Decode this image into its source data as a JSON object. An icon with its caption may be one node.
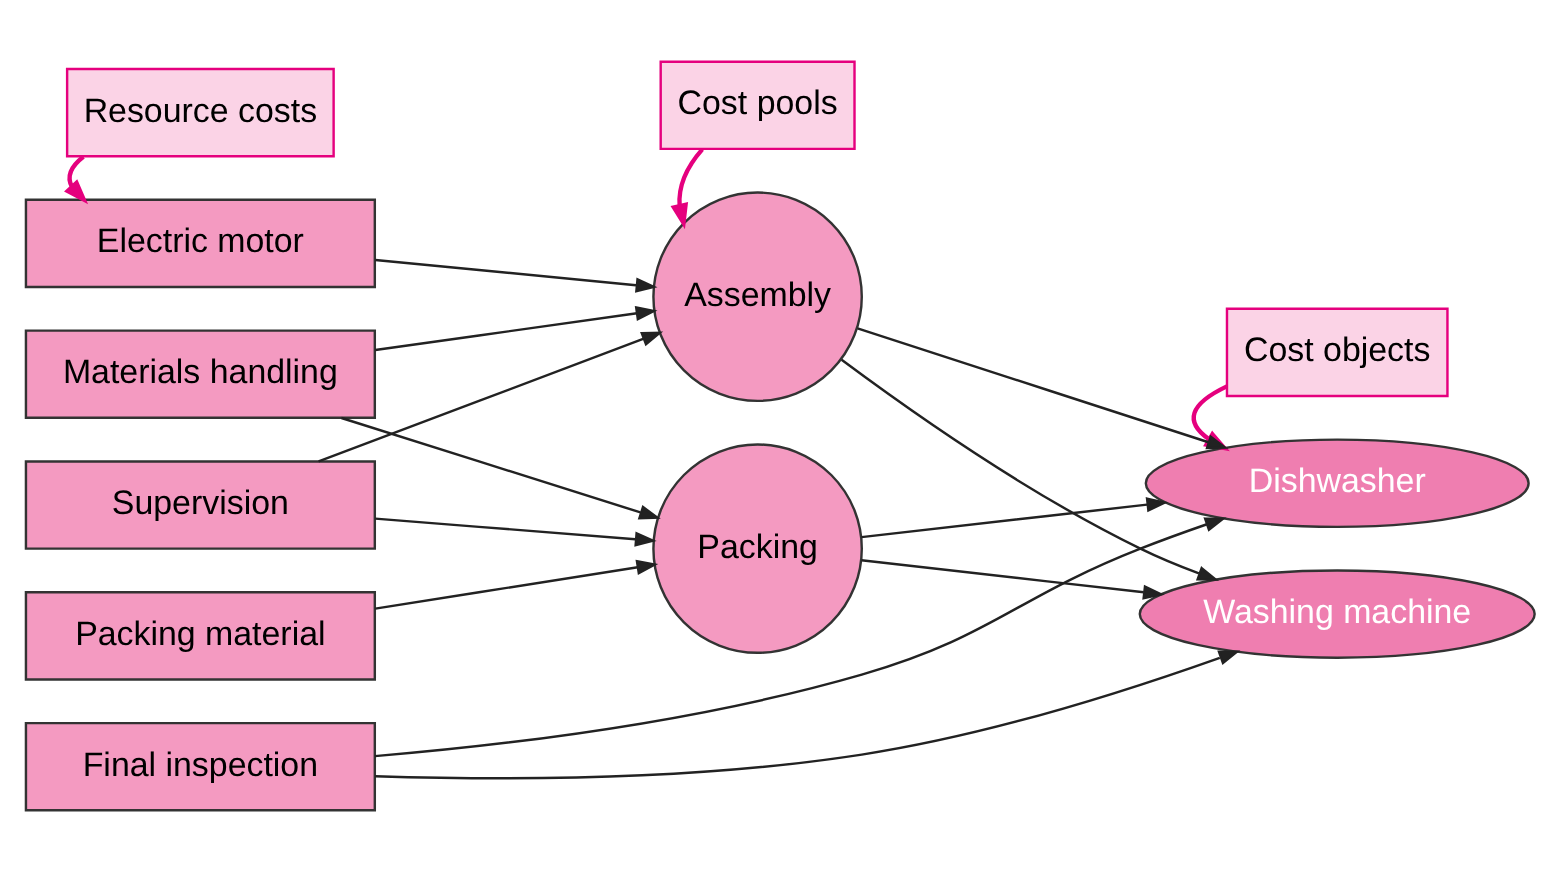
{
  "diagram": {
    "nodes": [
      {
        "text": [
          "Resource costs"
        ]
      },
      {
        "text": [
          "Cost pools"
        ]
      },
      {
        "text": [
          "Cost objects"
        ]
      },
      {
        "text": [
          "Electric motor"
        ]
      },
      {
        "text": [
          "Materials handling"
        ]
      },
      {
        "text": [
          "Supervision"
        ]
      },
      {
        "text": [
          "Packing material"
        ]
      },
      {
        "text": [
          "Final inspection"
        ]
      },
      {
        "text": [
          "Assembly"
        ]
      },
      {
        "text": [
          "Packing"
        ]
      },
      {
        "text": [
          "Dishwasher"
        ]
      },
      {
        "text": [
          "Washing machine"
        ]
      }
    ],
    "edges": [
      {
        "from": 0,
        "to": 3,
        "arrow": "to",
        "color": "#e5007e"
      },
      {
        "from": 1,
        "to": 8,
        "arrow": "to",
        "color": "#e5007e"
      },
      {
        "from": 2,
        "to": 10,
        "arrow": "to",
        "color": "#e5007e"
      },
      {
        "from": 3,
        "to": 8,
        "arrow": "to"
      },
      {
        "from": 4,
        "to": 8,
        "arrow": "to"
      },
      {
        "from": 4,
        "to": 9,
        "arrow": "to"
      },
      {
        "from": 5,
        "to": 8,
        "arrow": "to"
      },
      {
        "from": 5,
        "to": 9,
        "arrow": "to"
      },
      {
        "from": 6,
        "to": 9,
        "arrow": "to"
      },
      {
        "from": 7,
        "to": 10,
        "arrow": "to"
      },
      {
        "from": 7,
        "to": 11,
        "arrow": "to"
      },
      {
        "from": 8,
        "to": 10,
        "arrow": "to"
      },
      {
        "from": 8,
        "to": 11,
        "arrow": "to"
      },
      {
        "from": 9,
        "to": 10,
        "arrow": "to"
      },
      {
        "from": 9,
        "to": 11,
        "arrow": "to"
      }
    ]
  }
}
